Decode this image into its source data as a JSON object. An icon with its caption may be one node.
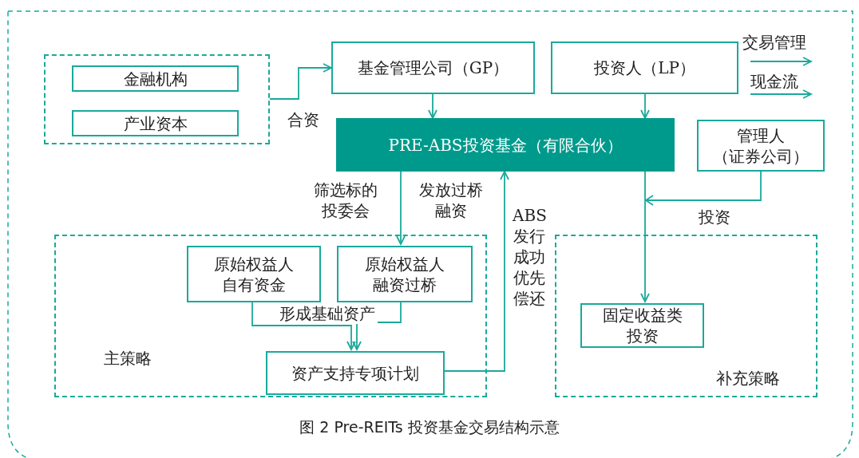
{
  "diagram": {
    "caption": "图 2 Pre-REITs 投资基金交易结构示意",
    "nodes": [
      {
        "text": [],
        "shape": "box"
      },
      {
        "text": [
          "金融机构"
        ],
        "in": 0
      },
      {
        "text": [
          "产业资本"
        ],
        "in": 0
      },
      {
        "text": [
          "基金管理公司（GP）"
        ]
      },
      {
        "text": [
          "投资人（LP）"
        ]
      },
      {
        "text": [
          "PRE-ABS投资基金（有限合伙）"
        ]
      },
      {
        "text": [
          "管理人（证券公司）"
        ]
      },
      {
        "text": [
          "主策略"
        ]
      },
      {
        "text": [
          "原始权益人自有资金"
        ],
        "in": 7
      },
      {
        "text": [
          "原始权益人融资过桥"
        ],
        "in": 7
      },
      {
        "text": [
          "资产支持专项计划"
        ],
        "in": 7
      },
      {
        "text": [
          "补充策略"
        ]
      },
      {
        "text": [
          "固定收益类投资"
        ],
        "in": 11
      }
    ],
    "edges": [
      {
        "from": 0,
        "to": 3,
        "arrow": "to",
        "label": "合资"
      },
      {
        "from": 3,
        "to": 5,
        "arrow": "to"
      },
      {
        "from": 4,
        "to": 5,
        "arrow": "to"
      },
      {
        "from": 5,
        "to": 9,
        "arrow": "to",
        "label": "发放过桥融资"
      },
      {
        "from": 8,
        "to": 10,
        "arrow": "to",
        "label": "形成基础资产"
      },
      {
        "from": 9,
        "to": 10,
        "arrow": "to"
      },
      {
        "from": 10,
        "to": 5,
        "arrow": "to",
        "label": "ABS发行成功优先偿还"
      },
      {
        "from": 5,
        "to": 12,
        "arrow": "to"
      },
      {
        "from": 6,
        "to": 12,
        "arrow": "to",
        "label": "投资"
      }
    ],
    "labels": [
      "筛选标的投委会"
    ],
    "legend": [
      {
        "text": "交易管理"
      },
      {
        "text": "现金流"
      }
    ]
  }
}
